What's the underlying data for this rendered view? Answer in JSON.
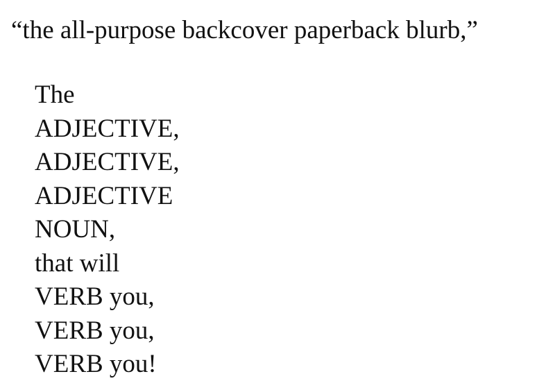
{
  "heading": "“the all-purpose backcover paperback blurb,”",
  "blurb_lines": [
    "The",
    "ADJECTIVE,",
    "ADJECTIVE,",
    "ADJECTIVE",
    "NOUN,",
    "that will",
    "VERB you,",
    "VERB you,",
    "VERB you!"
  ]
}
